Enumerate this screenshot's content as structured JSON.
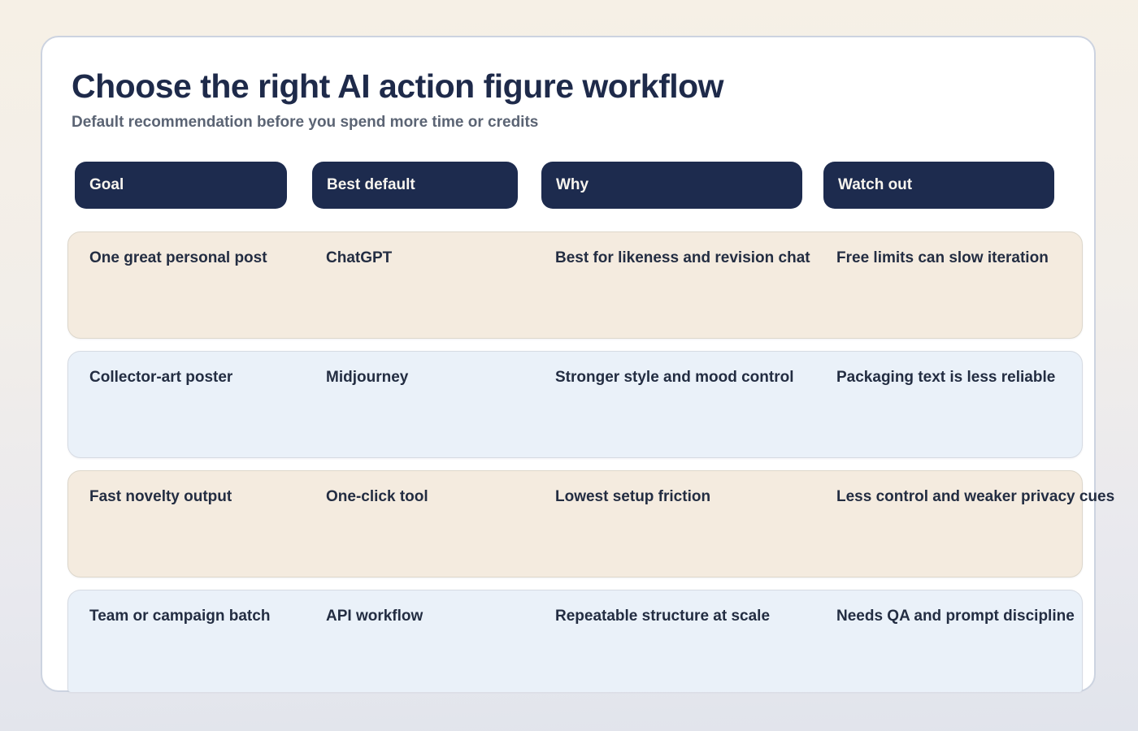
{
  "page": {
    "title": "Choose the right AI action figure workflow",
    "subtitle": "Default recommendation before you spend more time or credits"
  },
  "table": {
    "headers": [
      {
        "label": "Goal"
      },
      {
        "label": "Best default"
      },
      {
        "label": "Why"
      },
      {
        "label": "Watch out"
      }
    ],
    "rows": [
      {
        "cells": [
          "One great personal post",
          "ChatGPT",
          "Best for likeness and revision chat",
          "Free limits can slow iteration"
        ]
      },
      {
        "cells": [
          "Collector-art poster",
          "Midjourney",
          "Stronger style and mood control",
          "Packaging text is less reliable"
        ]
      },
      {
        "cells": [
          "Fast novelty output",
          "One-click tool",
          "Lowest setup friction",
          "Less control and weaker privacy cues"
        ]
      },
      {
        "cells": [
          "Team or campaign batch",
          "API workflow",
          "Repeatable structure at scale",
          "Needs QA and prompt discipline"
        ]
      }
    ]
  },
  "colors": {
    "header_pill": "#1d2b4e",
    "pill_text": "#f8f5ef",
    "row_warm": "#f4ebdf",
    "row_cool": "#eaf1f9",
    "title_text": "#1e2a4a",
    "subtitle_text": "#5b6474",
    "cell_text": "#232d42",
    "card_bg": "#ffffff",
    "card_border": "#ccd3e0",
    "bg_top": "#f6f0e6",
    "bg_bottom": "#e1e4ec"
  }
}
